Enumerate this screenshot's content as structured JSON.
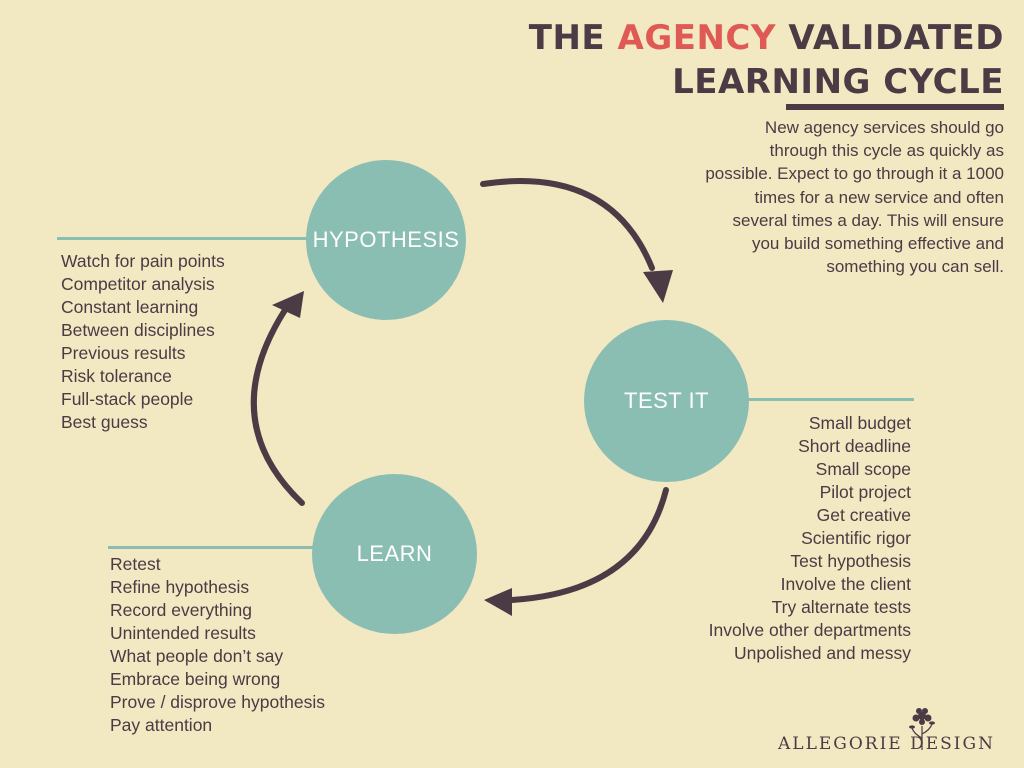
{
  "title": {
    "line1_prefix": "THE ",
    "line1_accent": "AGENCY",
    "line1_suffix": " VALIDATED",
    "line2": "LEARNING CYCLE"
  },
  "blurb": "New agency services should go through this cycle as quickly as possible. Expect to go through it a 1000 times for a new service and often several times a day. This will ensure you build something effective and something you can sell.",
  "nodes": {
    "hypothesis": {
      "label": "HYPOTHESIS",
      "items": [
        "Watch for pain points",
        "Competitor analysis",
        "Constant learning",
        "Between disciplines",
        "Previous results",
        "Risk tolerance",
        "Full-stack people",
        "Best guess"
      ]
    },
    "test": {
      "label": "TEST IT",
      "items": [
        "Small budget",
        "Short deadline",
        "Small scope",
        "Pilot project",
        "Get creative",
        "Scientific rigor",
        "Test hypothesis",
        "Involve the client",
        "Try alternate tests",
        "Involve other departments",
        "Unpolished and messy"
      ]
    },
    "learn": {
      "label": "LEARN",
      "items": [
        "Retest",
        "Refine hypothesis",
        "Record everything",
        "Unintended results",
        "What people don’t say",
        "Embrace being wrong",
        "Prove / disprove hypothesis",
        "Pay attention"
      ]
    }
  },
  "logo": {
    "left": "ALLEGORIE",
    "right": "DESIGN"
  },
  "colors": {
    "background": "#f2e8c2",
    "circle": "#8bbeb2",
    "text": "#4a3b44",
    "accent": "#e05a55"
  }
}
